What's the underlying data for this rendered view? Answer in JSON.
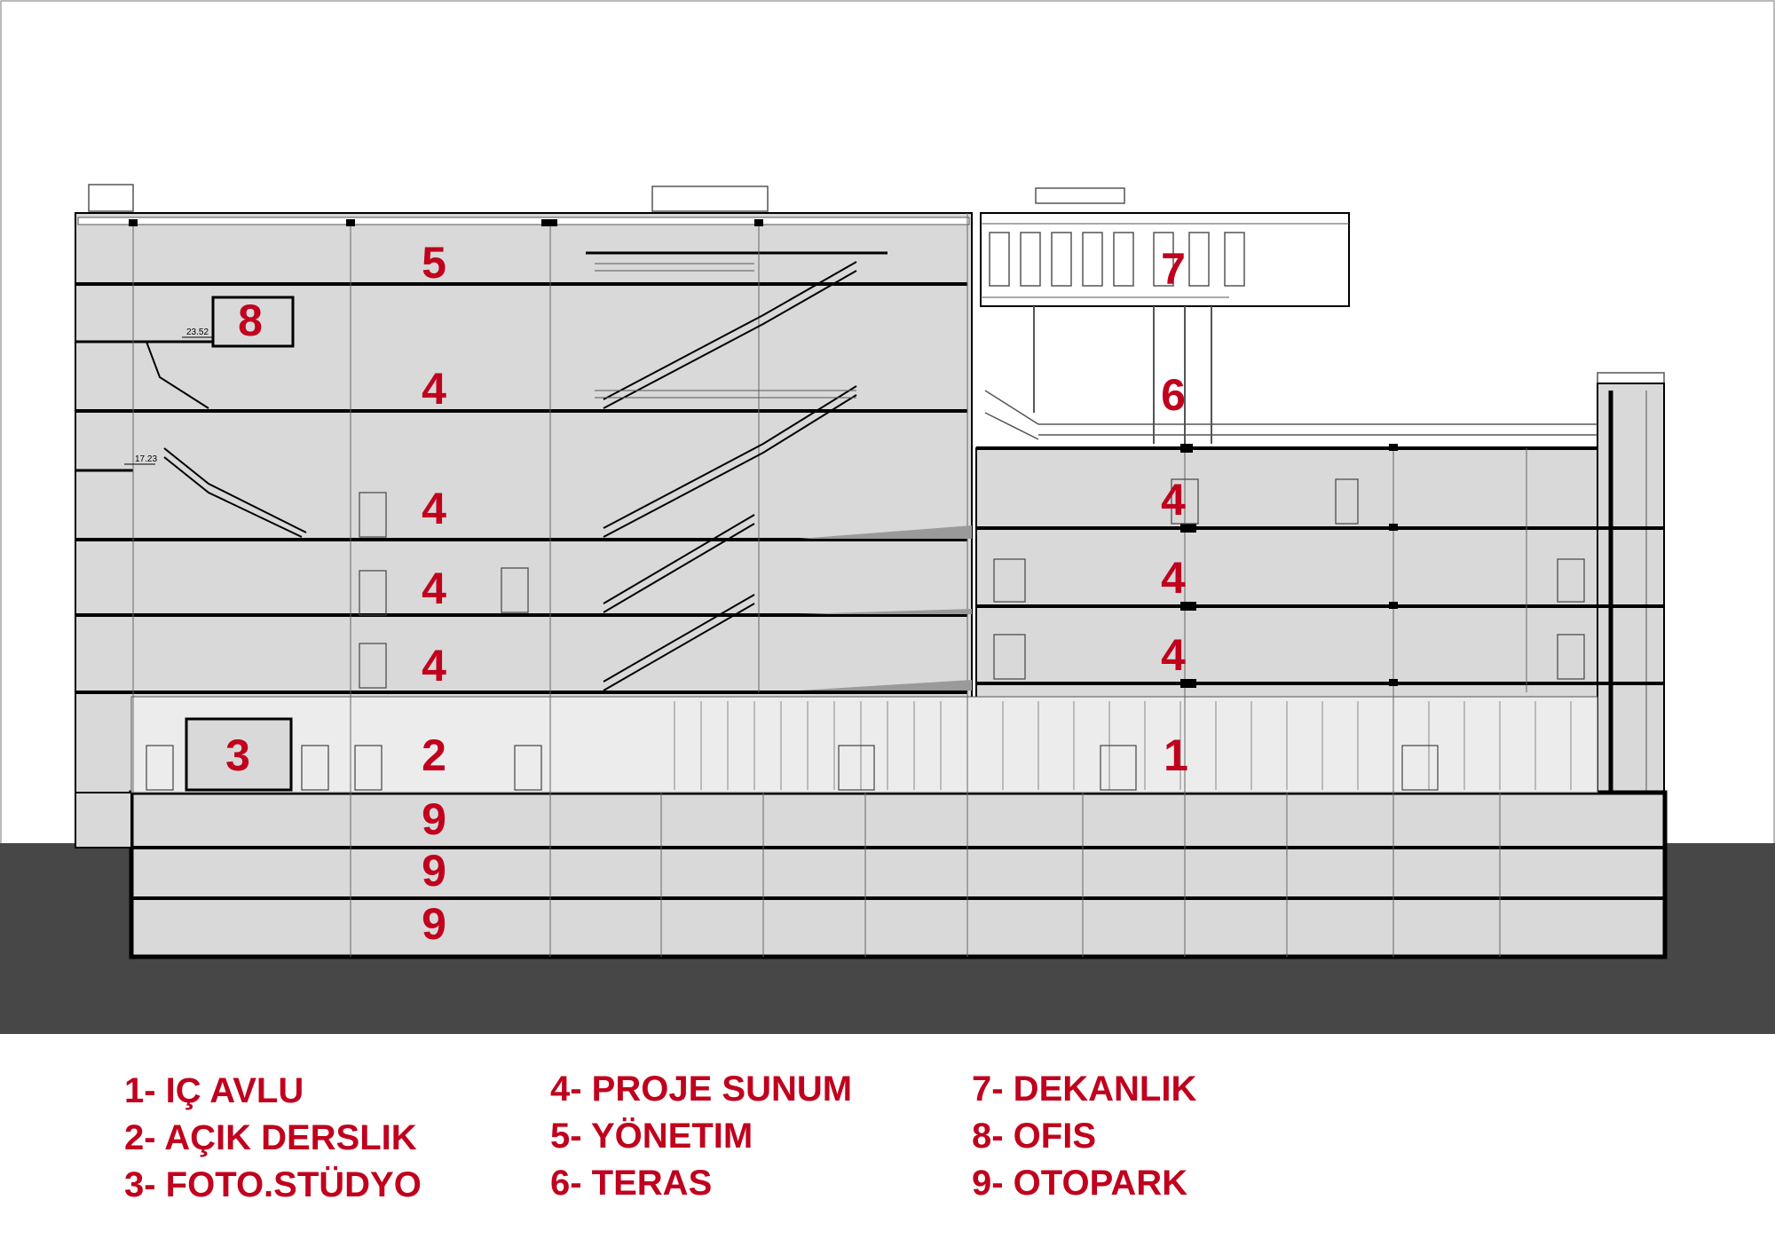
{
  "zone_labels": {
    "z1": "1",
    "z2": "2",
    "z3": "3",
    "z4a": "4",
    "z4b": "4",
    "z4c": "4",
    "z4d": "4",
    "z4e": "4",
    "z4f": "4",
    "z4g": "4",
    "z5": "5",
    "z6": "6",
    "z7": "7",
    "z8": "8",
    "z9a": "9",
    "z9b": "9",
    "z9c": "9"
  },
  "levels": {
    "l1": "23.52",
    "l2": "17.23"
  },
  "legend": [
    [
      "1- IÇ AVLU",
      "2- AÇIK DERSLIK",
      "3- FOTO.STÜDYO"
    ],
    [
      "4- PROJE SUNUM",
      "5- YÖNETIM",
      "6- TERAS"
    ],
    [
      "7- DEKANLIK",
      "8- OFIS",
      "9- OTOPARK"
    ]
  ],
  "colors": {
    "label": "#c0001d",
    "ground": "#474747",
    "floor_fill": "#d9d9d9",
    "line": "#000000"
  }
}
